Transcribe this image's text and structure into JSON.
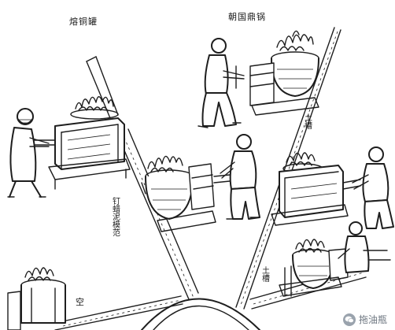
{
  "labels": {
    "top_left": "熔铜罐",
    "top_right": "朝国鼎锅",
    "middle_left": "钉蜡泥模范",
    "right_middle": "土槽",
    "bottom_right": "土槽",
    "bottom_left": "空"
  },
  "watermark": {
    "text": "拖油瓶"
  }
}
